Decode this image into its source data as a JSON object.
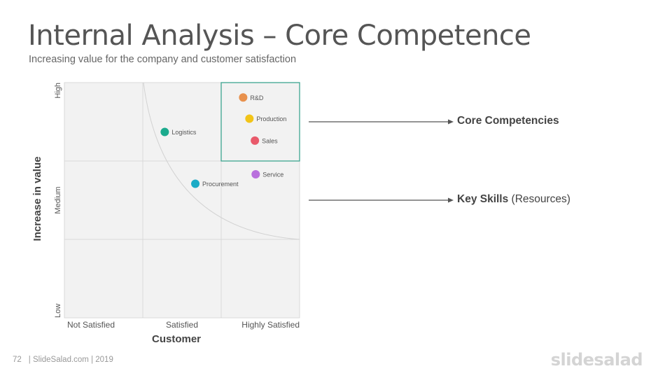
{
  "slide": {
    "title": "Internal Analysis – Core Competence",
    "subtitle": "Increasing value for the company and customer satisfaction"
  },
  "chart_data": {
    "type": "scatter",
    "xlabel": "Customer",
    "ylabel": "Increase in value",
    "x_tick_labels": [
      "Not Satisfied",
      "Satisfied",
      "Highly Satisfied"
    ],
    "y_tick_labels": [
      "Low",
      "Medium",
      "High"
    ],
    "xlim": [
      0,
      3
    ],
    "ylim": [
      0,
      3
    ],
    "grid": true,
    "points": [
      {
        "label": "R&D",
        "x": 2.28,
        "y": 2.81,
        "color": "#E8914D"
      },
      {
        "label": "Production",
        "x": 2.36,
        "y": 2.54,
        "color": "#F2C418"
      },
      {
        "label": "Sales",
        "x": 2.43,
        "y": 2.26,
        "color": "#E95A6B"
      },
      {
        "label": "Logistics",
        "x": 1.28,
        "y": 2.37,
        "color": "#1BAA8D"
      },
      {
        "label": "Service",
        "x": 2.44,
        "y": 1.83,
        "color": "#B970DD"
      },
      {
        "label": "Procurement",
        "x": 1.67,
        "y": 1.71,
        "color": "#1BABC6"
      }
    ],
    "highlight_region": {
      "x": [
        2,
        3
      ],
      "y": [
        2,
        3
      ],
      "color": "#2E9E88"
    }
  },
  "annotations": [
    {
      "bold": "Core Competencies",
      "text": ""
    },
    {
      "bold": "Key Skills",
      "text": " (Resources)"
    }
  ],
  "footer": {
    "page_number": "72",
    "source": "| SlideSalad.com | 2019"
  },
  "logo": "slidesalad",
  "colors": {
    "plot_background": "#F2F2F2",
    "grid": "#D9D9D9",
    "arrow": "#555555"
  }
}
